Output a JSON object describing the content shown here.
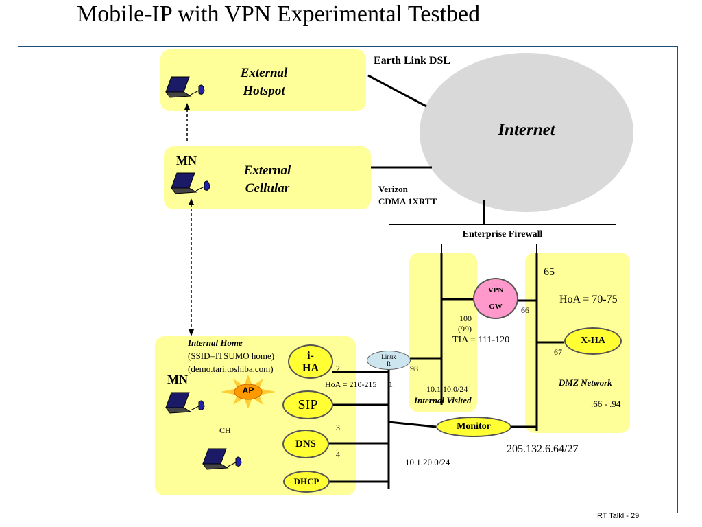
{
  "title": "Mobile-IP with VPN Experimental Testbed",
  "footer": "IRT Talkl - 29",
  "zones": {
    "external_hotspot": "External Hotspot",
    "external_cellular": "External Cellular",
    "internal_home_title": "Internal Home",
    "internal_home_ssid": "(SSID=ITSUMO home)",
    "internal_home_domain": "(demo.tari.toshiba.com)",
    "internal_visited": "Internal Visited",
    "dmz_network": "DMZ Network"
  },
  "cloud": {
    "label": "Internet"
  },
  "links": {
    "earthlink": "Earth Link DSL",
    "verizon_line1": "Verizon",
    "verizon_line2": "CDMA 1XRTT"
  },
  "nodes": {
    "firewall": "Enterprise Firewall",
    "vpn_gw_line1": "VPN",
    "vpn_gw_line2": "GW",
    "xha": "X-HA",
    "linux_router_line1": "Linux",
    "linux_router_line2": "R",
    "iha_line1": "i-",
    "iha_line2": "HA",
    "sip": "SIP",
    "dns": "DNS",
    "dhcp": "DHCP",
    "ap": "AP",
    "monitor": "Monitor"
  },
  "labels": {
    "mn_cellular": "MN",
    "mn_home": "MN",
    "ch": "CH",
    "dmz_65": "65",
    "hoa_dmz": "HoA = 70-75",
    "vpn_66": "66",
    "xha_67": "67",
    "vpn_100": "100",
    "vpn_99": "(99)",
    "tia": "TIA = 111-120",
    "router_98": "98",
    "visited_subnet": "10.1.10.0/24",
    "iha_2": "2",
    "hoa_home": "HoA = 210-215",
    "router_1": "1",
    "dns_3": "3",
    "dns_4": "4",
    "dmz_range": ".66 - .94",
    "public_subnet": "205.132.6.64/27",
    "home_subnet": "10.1.20.0/24"
  },
  "colors": {
    "zone": "#ffff99",
    "node": "#ffff33",
    "cloud": "#d9d9d9",
    "vpn_gw": "#ff99cc",
    "router": "#cce5ee",
    "ap": "#ff9900"
  }
}
